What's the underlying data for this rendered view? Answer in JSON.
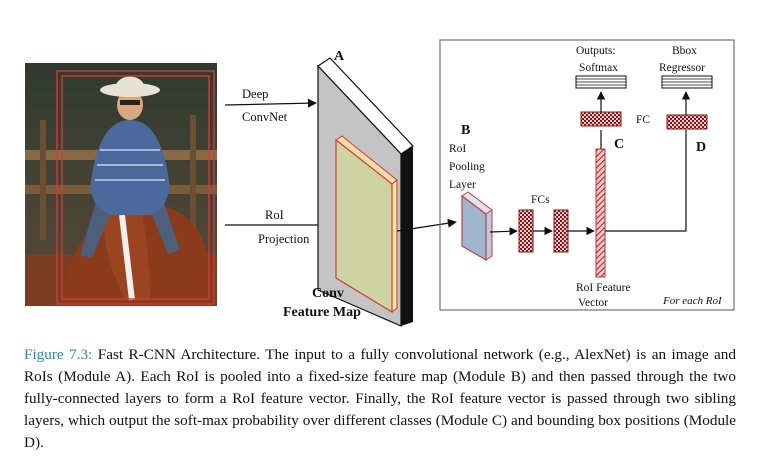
{
  "labels": {
    "deep_convnet": [
      "Deep",
      "ConvNet"
    ],
    "roi_projection": [
      "RoI",
      "Projection"
    ],
    "module_a": "A",
    "module_b": "B",
    "module_c": "C",
    "module_d": "D",
    "conv_feature_map": [
      "Conv",
      "Feature Map"
    ],
    "roi_pooling_layer": [
      "RoI",
      "Pooling",
      "Layer"
    ],
    "fcs": "FCs",
    "fc": "FC",
    "outputs_softmax": [
      "Outputs:",
      "Softmax"
    ],
    "bbox_regressor": [
      "Bbox",
      "Regressor"
    ],
    "roi_feature_vector": [
      "RoI Feature",
      "Vector"
    ],
    "for_each_roi": "For each RoI"
  },
  "caption": {
    "figure_ref": "Figure 7.3:",
    "text": " Fast R-CNN Architecture. The input to a fully convolutional network (e.g., AlexNet) is an image and RoIs (Module A). Each RoI is pooled into a fixed-size feature map (Module B) and then passed through the two fully-connected layers to form a RoI feature vector. Finally, the RoI feature vector is passed through two sibling layers, which output the soft-max probability over different classes (Module C) and bounding box positions (Module D)."
  },
  "colors": {
    "accent_red": "#d03a3a",
    "figure_ref_blue": "#2a8bb5",
    "feature_map_fill": "#cfd3a4",
    "pool_fill": "#9fb6cf"
  }
}
